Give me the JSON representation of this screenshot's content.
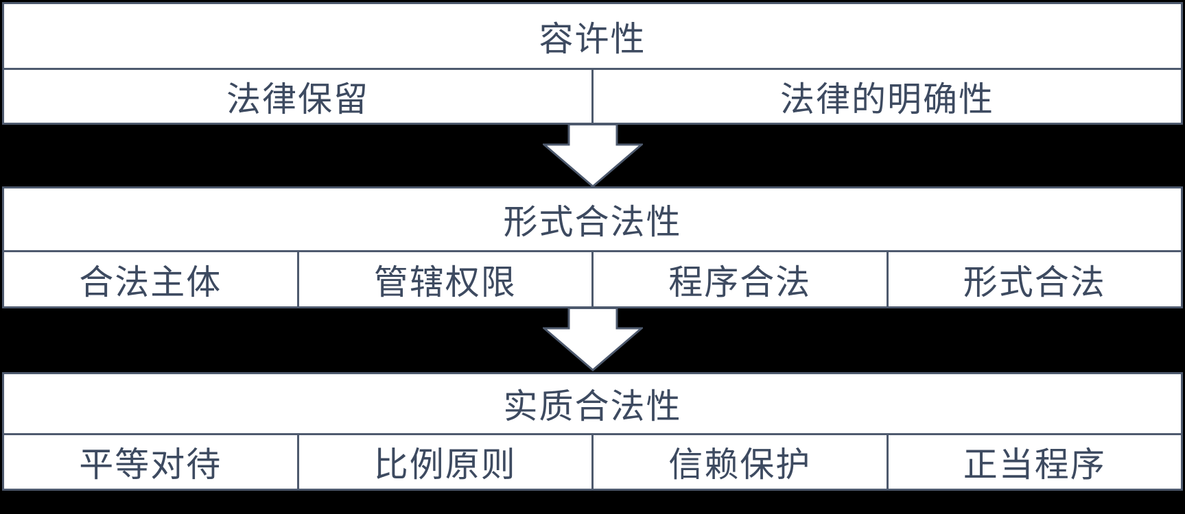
{
  "theme": {
    "background": "#000000",
    "panel_fill": "#ffffff",
    "border_color": "#4e5a6e",
    "text_color": "#3d4a60",
    "arrow_fill": "#ffffff",
    "arrow_stroke": "#4e5a6e"
  },
  "diagram": {
    "levels": [
      {
        "title": "容许性",
        "items": [
          "法律保留",
          "法律的明确性"
        ]
      },
      {
        "title": "形式合法性",
        "items": [
          "合法主体",
          "管辖权限",
          "程序合法",
          "形式合法"
        ]
      },
      {
        "title": "实质合法性",
        "items": [
          "平等对待",
          "比例原则",
          "信赖保护",
          "正当程序"
        ]
      }
    ],
    "connectors": [
      {
        "type": "block-arrow-down"
      },
      {
        "type": "block-arrow-down"
      }
    ]
  }
}
